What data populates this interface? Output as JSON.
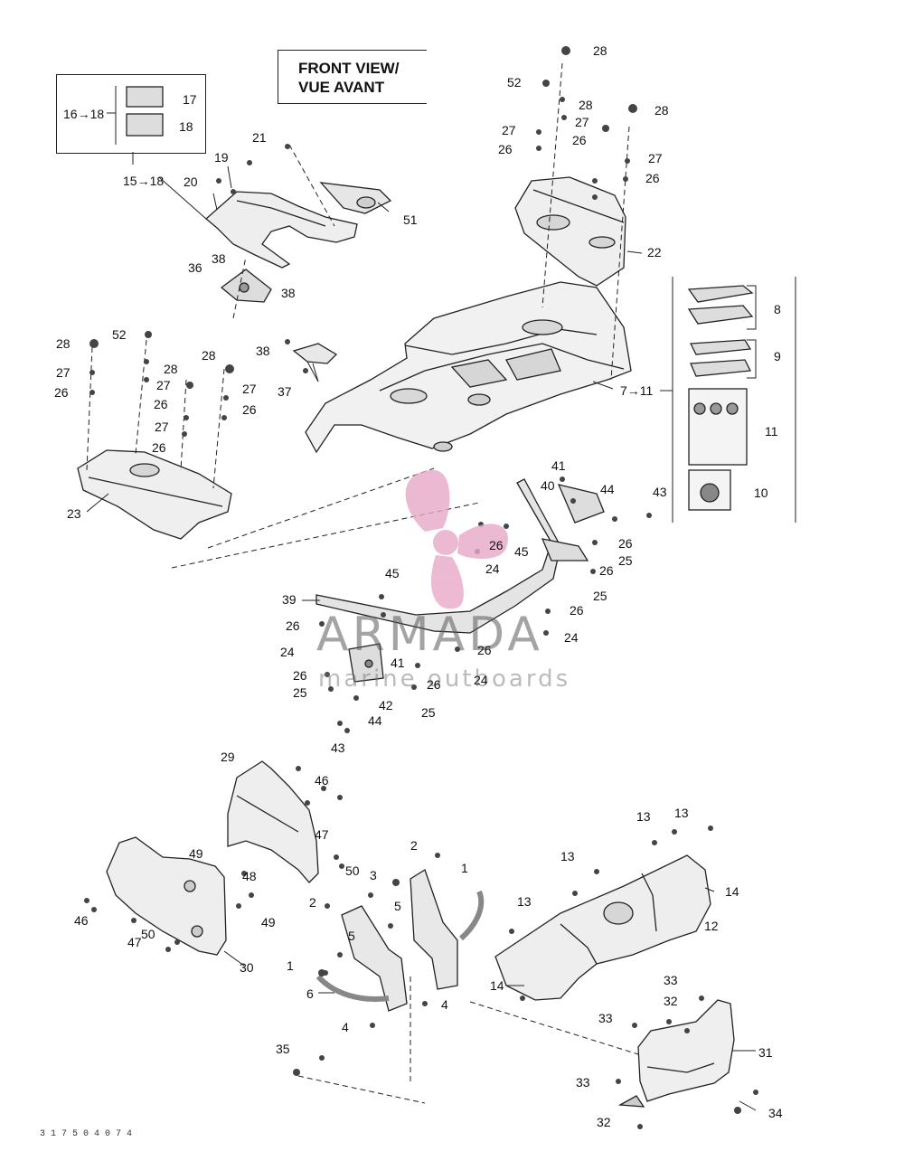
{
  "title": {
    "line1": "FRONT VIEW/",
    "line2": "VUE AVANT"
  },
  "decal_group": {
    "label": "16→18",
    "items": [
      "17",
      "18"
    ],
    "callout": "15→18"
  },
  "side_group_labels": {
    "g1": "8",
    "g2": "9",
    "g3": "11",
    "g4": "10",
    "range": "7→11"
  },
  "watermark": {
    "brand": "ARMADA",
    "sub": "marine outboards",
    "colors": {
      "pink": "#e8a8c8",
      "gray": "#777777"
    }
  },
  "drawing_code": "3 1 7 5 0 4 0 7 4",
  "callouts": [
    "28",
    "52",
    "28",
    "27",
    "26",
    "26",
    "27",
    "28",
    "27",
    "26",
    "21",
    "19",
    "20",
    "51",
    "22",
    "38",
    "36",
    "38",
    "38",
    "37",
    "28",
    "52",
    "27",
    "28",
    "26",
    "27",
    "26",
    "27",
    "26",
    "28",
    "27",
    "26",
    "23",
    "41",
    "40",
    "44",
    "43",
    "26",
    "45",
    "26",
    "24",
    "25",
    "26",
    "25",
    "45",
    "39",
    "26",
    "24",
    "41",
    "26",
    "25",
    "42",
    "44",
    "43",
    "26",
    "24",
    "26",
    "26",
    "24",
    "25",
    "29",
    "46",
    "47",
    "50",
    "49",
    "48",
    "49",
    "46",
    "50",
    "47",
    "30",
    "2",
    "3",
    "1",
    "2",
    "5",
    "5",
    "1",
    "6",
    "4",
    "4",
    "35",
    "13",
    "13",
    "13",
    "13",
    "14",
    "12",
    "14",
    "33",
    "32",
    "33",
    "31",
    "33",
    "34",
    "32",
    "8",
    "9",
    "11",
    "10",
    "7→11"
  ]
}
